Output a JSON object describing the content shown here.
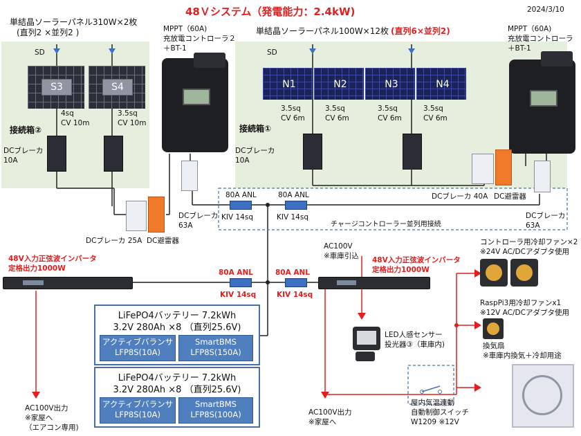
{
  "title": "48Ｖシステム（発電能力：2.4kW)",
  "date": "2024/3/10",
  "left_array": {
    "heading": "単結晶ソーラーパネル310W×2枚",
    "config": "(直列2 ×並列2 )",
    "sd": "SD",
    "panels": [
      "S3",
      "S4"
    ],
    "wires": [
      {
        "size": "4sq",
        "cable": "CV 10m"
      },
      {
        "size": "3.5sq",
        "cable": "CV 10m"
      }
    ],
    "junction": "接続箱②",
    "breaker": "DCブレーカ",
    "breaker_rating": "10A"
  },
  "right_array": {
    "heading": "単結晶ソーラーパネル100W×12枚",
    "config": "(直列6×並列2)",
    "sd": "SD",
    "panels": [
      "N1",
      "N2",
      "N3",
      "N4"
    ],
    "wires": [
      {
        "size": "3.5sq",
        "cable": "CV 6m"
      },
      {
        "size": "3.5sq",
        "cable": "CV 6m"
      },
      {
        "size": "3.5sq",
        "cable": "CV 6m"
      },
      {
        "size": "3.5sq",
        "cable": "CV 6m"
      }
    ],
    "junction": "接続箱①",
    "breaker": "DCブレーカ",
    "breaker_rating": "10A"
  },
  "mppt_left": {
    "line1": "MPPT（60A)",
    "line2": "充放電コントローラ２",
    "line3": "＋BT-1"
  },
  "mppt_right": {
    "line1": "MPPT（60A)",
    "line2": "充放電コントローラ",
    "line3": "＋BT-1"
  },
  "labels": {
    "dc_breaker_25a": "DCブレーカ 25A",
    "dc_arrester_left": "DC避雷器",
    "dc_breaker_63a_left_1": "DCブレーカ",
    "dc_breaker_63a_left_2": "63A",
    "anl_80a_1": "80A ANL",
    "kiv_1": "KIV 14sq",
    "anl_80a_2": "80A ANL",
    "kiv_2": "KIV 14sq",
    "parallel_conn": "チャージコントローラー並列用接続",
    "dc_breaker_40a": "DCブレーカ 40A",
    "dc_arrester_right": "DC避雷器",
    "dc_breaker_63a_right_1": "DCブレーカ",
    "dc_breaker_63a_right_2": "63A",
    "inv_left_1": "48V入力正弦波インバータ",
    "inv_left_2": "定格出力1000W",
    "anl_red_1": "80A ANL",
    "kiv_red_1": "KIV 14sq",
    "anl_red_2": "80A ANL",
    "kiv_red_2": "KIV 14sq",
    "ac100_in_1": "AC100V",
    "ac100_in_2": "※車庫引込",
    "inv_right_1": "48V入力正弦波インバータ",
    "inv_right_2": "定格出力1000W",
    "ac_out_left_1": "AC100V出力",
    "ac_out_left_2": "※家屋へ",
    "ac_out_left_3": "（エアコン専用)",
    "ac_out_right_1": "AC100V出力",
    "ac_out_right_2": "※家屋へ",
    "led_1": "LED人感センサー",
    "led_2": "投光器③（車庫内)",
    "switch_1": "屋内気温連動",
    "switch_2": "自動制御スイッチ",
    "switch_3": "W1209 ※12V",
    "fan_ctrl_1": "コントローラ用冷却ファン×2",
    "fan_ctrl_2": "※24V AC/DCアダプタ使用",
    "fan_pi_1": "RaspPi3用冷却ファンx1",
    "fan_pi_2": "※12V AC/DCアダプタ使用",
    "vent_1": "換気扇",
    "vent_2": "※車庫内換気＋冷却用途"
  },
  "battery1": {
    "title": "LiFePO4バッテリー 7.2kWh",
    "spec": "3.2V  280Ah  ×8 （直列25.6V)",
    "balancer": [
      "アクティブバランサ",
      "LFP8S(10A)"
    ],
    "bms": [
      "SmartBMS",
      "LFP8S(150A)"
    ]
  },
  "battery2": {
    "title": "LiFePO4バッテリー 7.2kWh",
    "spec": "3.2V  280Ah  ×8 （直列25.6V)",
    "balancer": [
      "アクティブバランサ",
      "LFP8S(10A)"
    ],
    "bms": [
      "SmartBMS",
      "LFP8S(100A)"
    ]
  },
  "colors": {
    "accent_red": "#e41d1d",
    "box_blue": "#4a6fa5",
    "bms_blue": "#4f7fbf",
    "array_bg": "#e6eedd"
  }
}
